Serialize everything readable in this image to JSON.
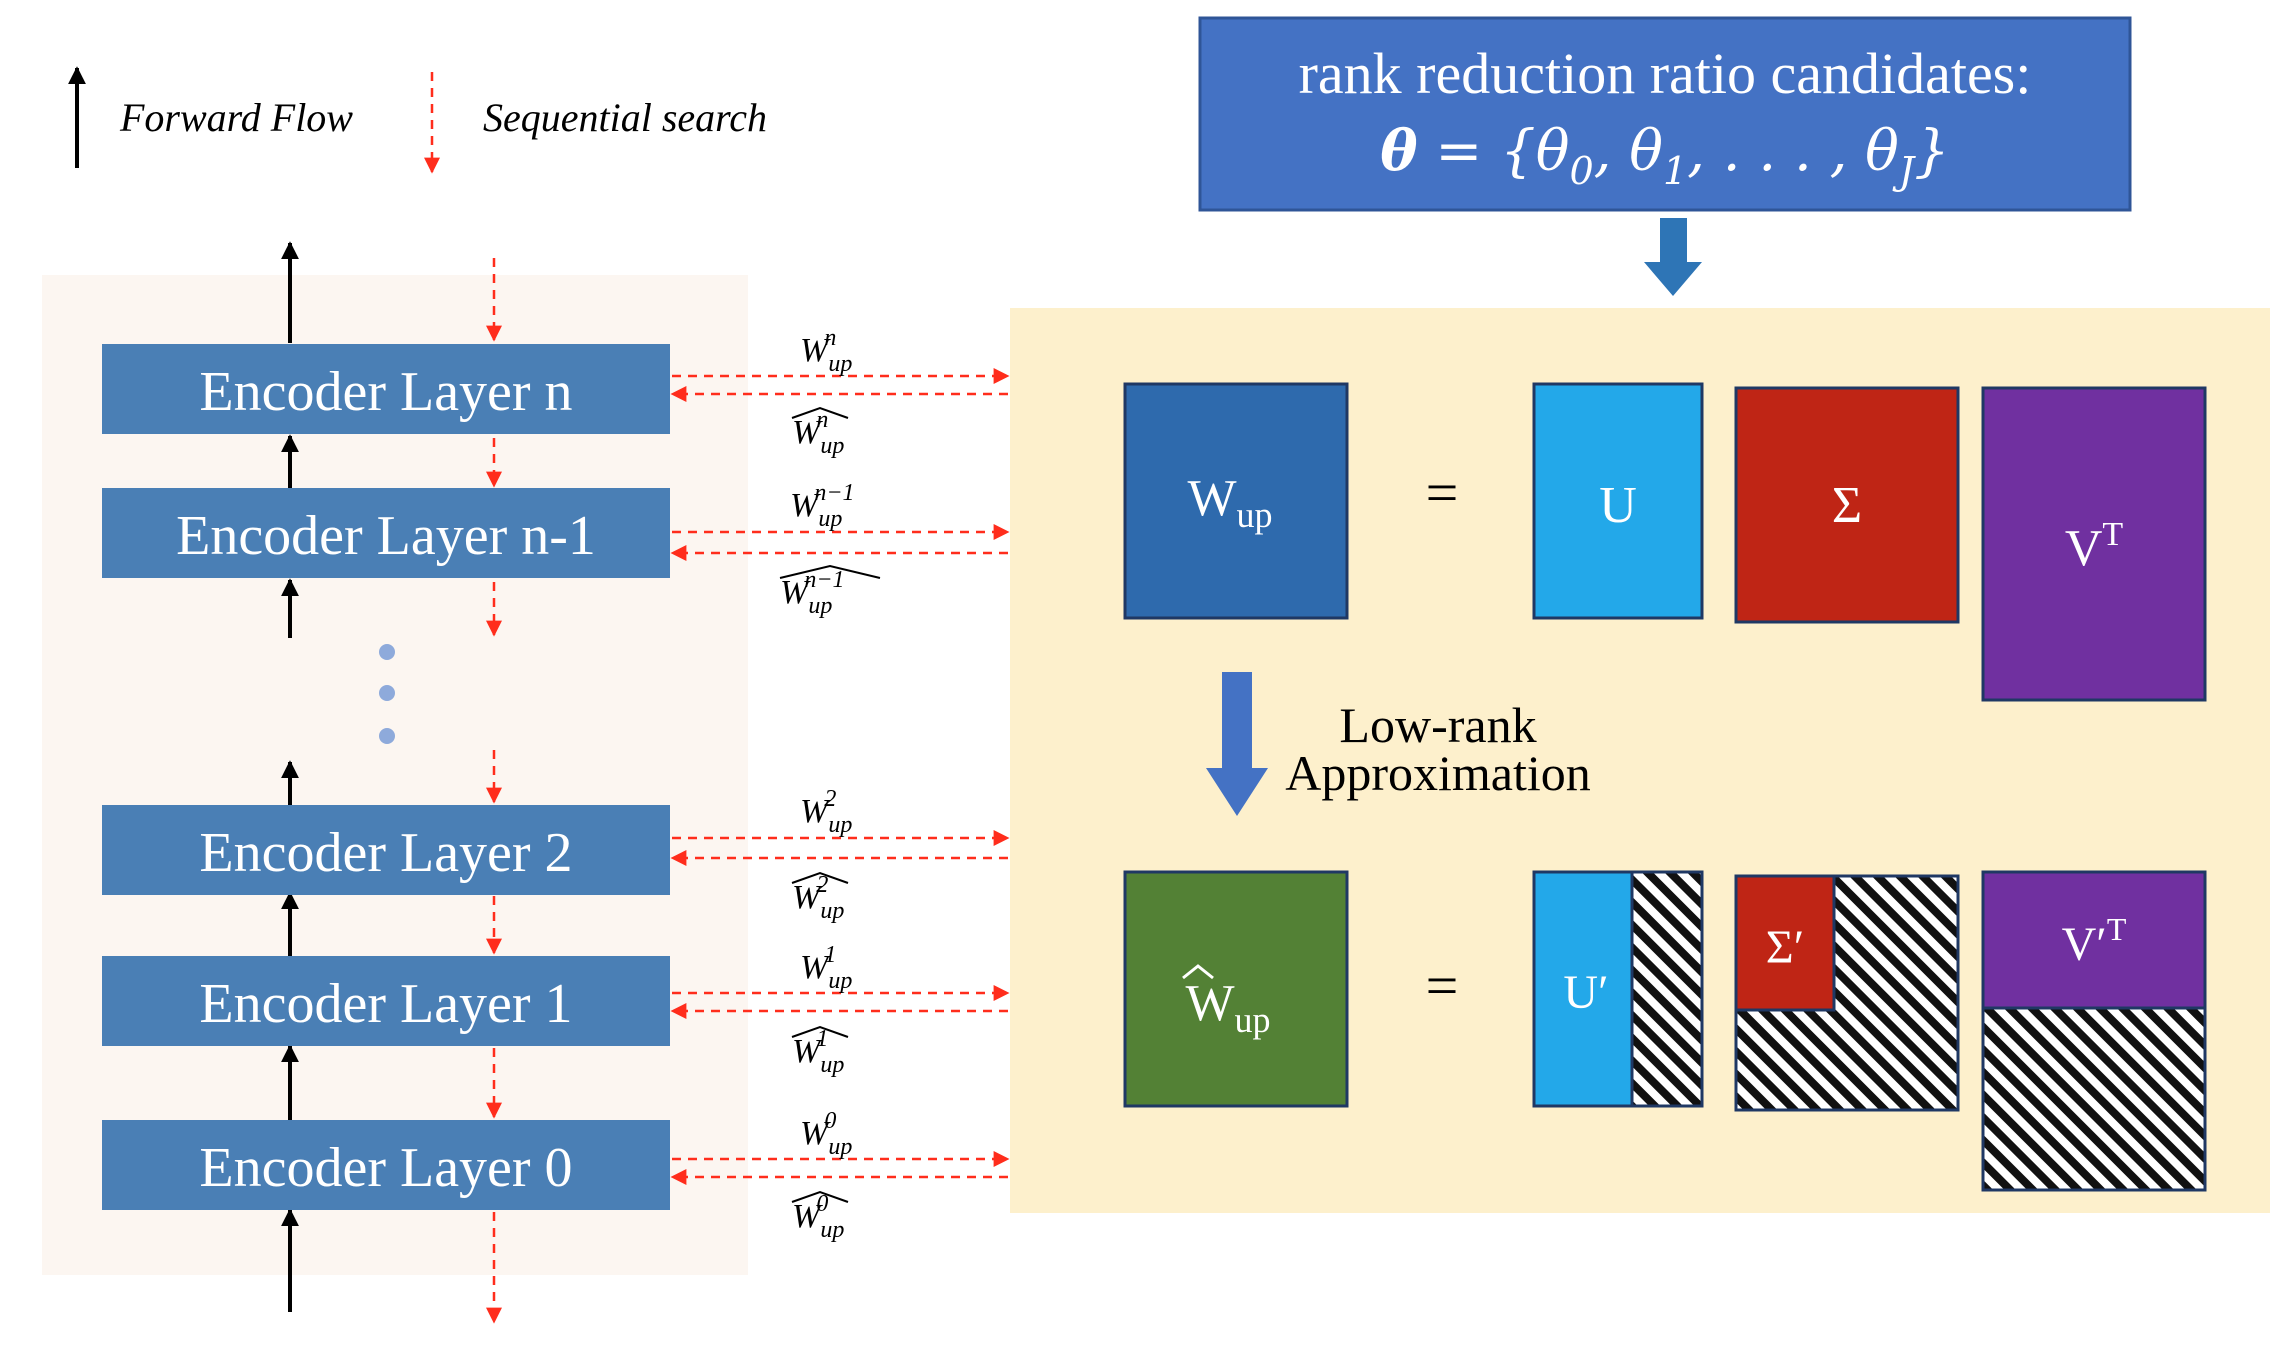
{
  "legend": {
    "forward_flow": "Forward Flow",
    "sequential_search": "Sequential search"
  },
  "candidates_box": {
    "line1": "rank reduction ratio candidates:",
    "theta_bold": "θ",
    "eq_open": " = {θ",
    "sub0": "0",
    "sep1": ", θ",
    "sub1": "1",
    "mid": ", . . . , θ",
    "subJ": "J",
    "eq_close": "}"
  },
  "encoder_layers": [
    {
      "label": "Encoder Layer n",
      "w_sup": "n",
      "w_hat_sup": "n"
    },
    {
      "label": "Encoder Layer n-1",
      "w_sup": "n−1",
      "w_hat_sup": "n−1"
    },
    {
      "label": "Encoder Layer 2",
      "w_sup": "2",
      "w_hat_sup": "2"
    },
    {
      "label": "Encoder Layer 1",
      "w_sup": "1",
      "w_hat_sup": "1"
    },
    {
      "label": "Encoder Layer 0",
      "w_sup": "0",
      "w_hat_sup": "0"
    }
  ],
  "weight_symbol": "W",
  "weight_sub": "up",
  "svd": {
    "w_main": "W",
    "w_sub": "up",
    "equals": "=",
    "u": "U",
    "sigma": "Σ",
    "v": "V",
    "v_sup": "T"
  },
  "approx_label": {
    "line1": "Low-rank",
    "line2": "Approximation"
  },
  "approx": {
    "w_main": "W",
    "w_sub": "up",
    "equals": "=",
    "u": "U′",
    "sigma": "Σ′",
    "v": "V′",
    "v_sup": "T"
  },
  "colors": {
    "encoder_fill": "#4a7fb5",
    "candidates_fill": "#4472c4",
    "left_panel": "#fcf6f1",
    "right_panel": "#fdf0cc",
    "w_up": "#2e6aad",
    "w_hat": "#538135",
    "u": "#23a8e9",
    "sigma": "#bf2515",
    "v": "#7030a0",
    "search_arrow": "#ff2d1c",
    "down_arrow": "#2e75b6"
  }
}
